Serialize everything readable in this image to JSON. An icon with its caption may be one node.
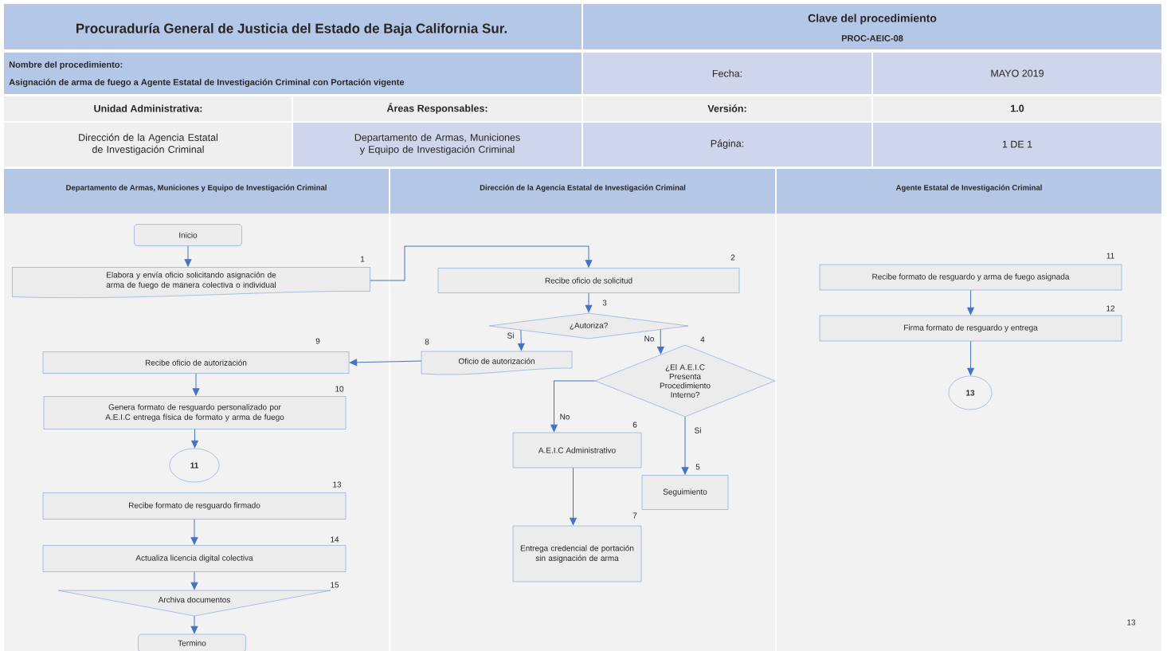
{
  "diagram": {
    "title": "Procuraduría General de Justicia del Estado de Baja California Sur.",
    "nodes": [
      {
        "text": [
          "Departamento de Armas, Municiones y Equipo de Investigación Criminal"
        ]
      },
      {
        "text": [
          "Dirección de la Agencia Estatal de Investigación Criminal"
        ]
      },
      {
        "text": [
          "Agente Estatal de Investigación Criminal"
        ]
      },
      {
        "text": [
          "Inicio"
        ],
        "in": 0
      },
      {
        "text": [
          "Elabora y envía oficio solicitando asignación de arma de fuego de manera colectiva o individual"
        ],
        "in": 0,
        "beside": [
          "1"
        ]
      },
      {
        "text": [
          "Recibe oficio de solicitud"
        ],
        "in": 1,
        "beside": [
          "2"
        ]
      },
      {
        "text": [
          "¿Autoriza?"
        ],
        "in": 1,
        "beside": [
          "3"
        ]
      },
      {
        "text": [
          "Oficio de autorización"
        ],
        "in": 1,
        "beside": [
          "8"
        ]
      },
      {
        "text": [
          "¿El A.E.I.C Presenta Procedimiento Interno?"
        ],
        "in": 1,
        "beside": [
          "4"
        ]
      },
      {
        "text": [
          "A.E.I.C Administrativo"
        ],
        "in": 1,
        "beside": [
          "6"
        ]
      },
      {
        "text": [
          "Seguimiento"
        ],
        "in": 1,
        "beside": [
          "5"
        ]
      },
      {
        "text": [
          "Entrega credencial de portación sin asignación de arma"
        ],
        "in": 1,
        "beside": [
          "7"
        ]
      },
      {
        "text": [
          "Recibe oficio de autorización"
        ],
        "in": 0,
        "beside": [
          "9"
        ]
      },
      {
        "text": [
          "Genera formato de resguardo personalizado por A.E.I.C entrega física de formato y arma de fuego"
        ],
        "in": 0,
        "beside": [
          "10"
        ]
      },
      {
        "text": [
          "11"
        ],
        "in": 0
      },
      {
        "text": [
          "Recibe formato de resguardo firmado"
        ],
        "in": 0,
        "beside": [
          "13"
        ]
      },
      {
        "text": [
          "Actualiza licencia digital colectiva"
        ],
        "in": 0,
        "beside": [
          "14"
        ]
      },
      {
        "text": [
          "Archiva documentos"
        ],
        "in": 0,
        "beside": [
          "15"
        ]
      },
      {
        "text": [
          "Termino"
        ],
        "in": 0
      },
      {
        "text": [
          "Recibe formato de resguardo y arma de fuego asignada"
        ],
        "in": 2,
        "beside": [
          "11"
        ]
      },
      {
        "text": [
          "Firma formato de resguardo y entrega"
        ],
        "in": 2,
        "beside": [
          "12"
        ]
      },
      {
        "text": [
          "13"
        ],
        "in": 2
      }
    ],
    "edges": [
      {
        "from": 3,
        "to": 4,
        "arrow": "to"
      },
      {
        "from": 4,
        "to": 5,
        "arrow": "to"
      },
      {
        "from": 5,
        "to": 6,
        "arrow": "to"
      },
      {
        "from": 6,
        "to": 7,
        "arrow": "to",
        "label": "Si"
      },
      {
        "from": 6,
        "to": 8,
        "arrow": "to",
        "label": "No"
      },
      {
        "from": 8,
        "to": 9,
        "arrow": "to",
        "label": "No"
      },
      {
        "from": 8,
        "to": 10,
        "arrow": "to",
        "label": "Si"
      },
      {
        "from": 9,
        "to": 11,
        "arrow": "to"
      },
      {
        "from": 7,
        "to": 12,
        "arrow": "to"
      },
      {
        "from": 12,
        "to": 13,
        "arrow": "to"
      },
      {
        "from": 13,
        "to": 14,
        "arrow": "to"
      },
      {
        "from": 15,
        "to": 16,
        "arrow": "to"
      },
      {
        "from": 16,
        "to": 17,
        "arrow": "to"
      },
      {
        "from": 17,
        "to": 18,
        "arrow": "to"
      },
      {
        "from": 19,
        "to": 20,
        "arrow": "to"
      },
      {
        "from": 20,
        "to": 21,
        "arrow": "to"
      }
    ],
    "labels": [
      "Clave del procedimiento",
      "PROC-AEIC-08",
      "Nombre del procedimiento:",
      "Asignación de arma de fuego a Agente Estatal de Investigación Criminal con Portación vigente",
      "Fecha:",
      "MAYO 2019",
      "Unidad Administrativa:",
      "Áreas Responsables:",
      "Versión:",
      "1.0",
      "Dirección de la Agencia Estatal de Investigación Criminal",
      "Departamento de Armas, Municiones y Equipo de Investigación Criminal",
      "Página:",
      "1 DE 1",
      "13"
    ]
  }
}
